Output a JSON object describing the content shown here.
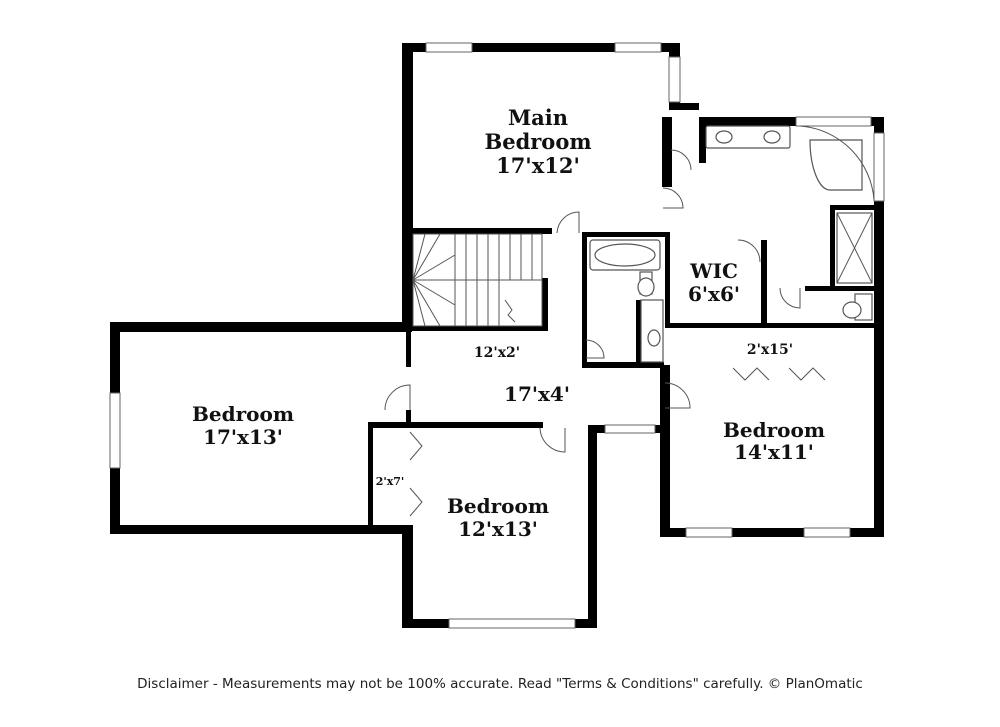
{
  "rooms": {
    "main_bedroom": {
      "name_line1": "Main",
      "name_line2": "Bedroom",
      "size": "17'x12'"
    },
    "wic": {
      "name": "WIC",
      "size": "6'x6'"
    },
    "bedroom_west": {
      "name": "Bedroom",
      "size": "17'x13'"
    },
    "bedroom_east": {
      "name": "Bedroom",
      "size": "14'x11'"
    },
    "bedroom_south": {
      "name": "Bedroom",
      "size": "12'x13'"
    },
    "hall": {
      "size": "17'x4'"
    },
    "hall_upper": {
      "size": "12'x2'"
    },
    "closet_east": {
      "size": "2'x15'"
    },
    "closet_south": {
      "size": "2'x7'"
    }
  },
  "disclaimer": "Disclaimer - Measurements may not be 100% accurate. Read \"Terms & Conditions\" carefully. © PlanOmatic"
}
